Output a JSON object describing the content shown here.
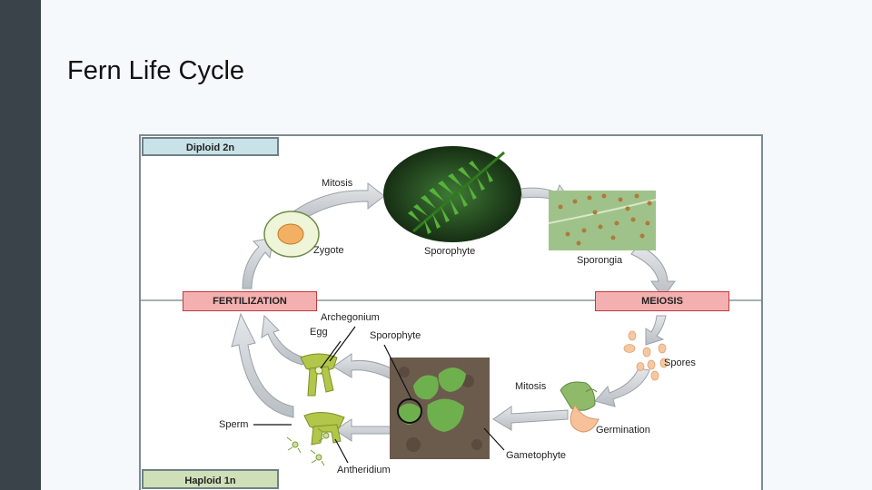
{
  "slide": {
    "title": "Fern Life Cycle"
  },
  "diagram": {
    "bands": {
      "diploid": "Diploid 2n",
      "haploid": "Haploid 1n"
    },
    "phases": {
      "fertilization": "FERTILIZATION",
      "meiosis": "MEIOSIS"
    },
    "labels": {
      "mitosis_top": "Mitosis",
      "zygote": "Zygote",
      "sporophyte_top": "Sporophyte",
      "sporangia": "Sporongia",
      "spores": "Spores",
      "mitosis_bottom": "Mitosis",
      "germination": "Germination",
      "gametophyte": "Gametophyte",
      "sporophyte_young": "Sporophyte",
      "archegonium": "Archegonium",
      "egg": "Egg",
      "sperm": "Sperm",
      "antheridium": "Antheridium"
    }
  },
  "colors": {
    "sidebar": "#3a424a",
    "slide_background": "#f5f9fc",
    "diploid_band": "#c9e2e7",
    "haploid_band": "#cfe0b8",
    "phase_tag_fill": "#f4b0b0",
    "phase_tag_border": "#c23b3b",
    "arrow": "#c8ccd0"
  }
}
